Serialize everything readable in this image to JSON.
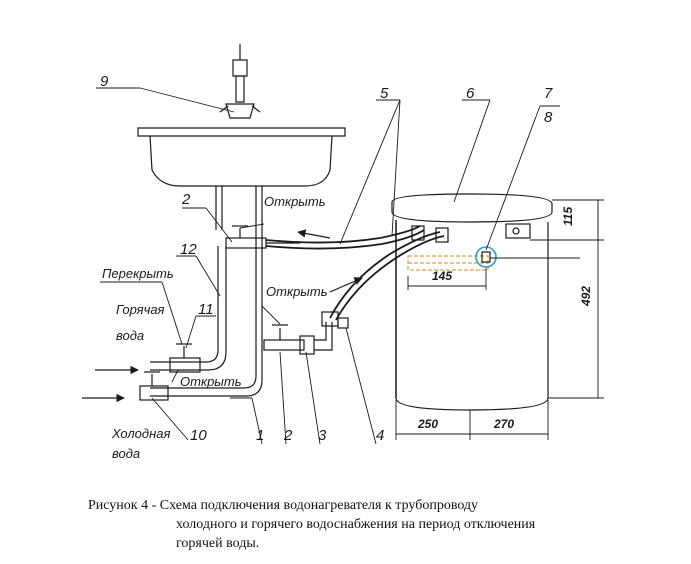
{
  "labels": {
    "close": "Перекрыть",
    "open_top": "Открыть",
    "open_mid": "Открыть",
    "open_bottom": "Открыть",
    "hot_water": [
      "Горячая",
      "вода"
    ],
    "cold_water": [
      "Холодная",
      "вода"
    ]
  },
  "callouts": [
    "9",
    "2",
    "12",
    "11",
    "5",
    "6",
    "7",
    "8",
    "1",
    "2",
    "3",
    "4",
    "10"
  ],
  "dimensions": {
    "d115": "115",
    "d492": "492",
    "d145": "145",
    "d250": "250",
    "d270": "270"
  },
  "caption": {
    "line1": "Рисунок 4 - Схема подключения водонагревателя к трубопроводу",
    "line2": "холодного и горячего водоснабжения на период отключения",
    "line3": "горячей воды."
  },
  "colors": {
    "pipe_accent": "#e0a040",
    "line": "#1a1a1a"
  }
}
